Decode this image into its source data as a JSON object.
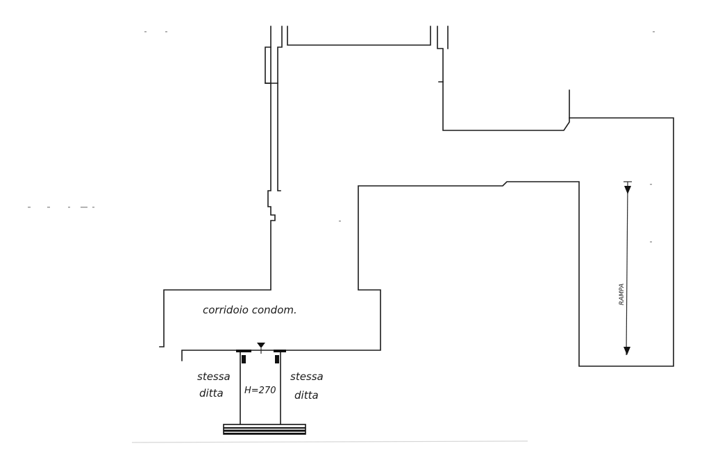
{
  "labels": {
    "corridor": "corridoio condom.",
    "left_room_line1": "stessa",
    "left_room_line2": "ditta",
    "right_room_line1": "stessa",
    "right_room_line2": "ditta",
    "height": "H=270",
    "ramp": "RAMPA"
  },
  "colors": {
    "ink": "#1a1a1a",
    "paper": "#ffffff"
  }
}
